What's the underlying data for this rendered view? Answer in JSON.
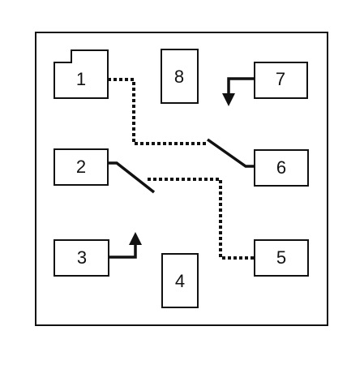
{
  "boxes": [
    {
      "id": "1",
      "label": "1"
    },
    {
      "id": "2",
      "label": "2"
    },
    {
      "id": "3",
      "label": "3"
    },
    {
      "id": "4",
      "label": "4"
    },
    {
      "id": "5",
      "label": "5"
    },
    {
      "id": "6",
      "label": "6"
    },
    {
      "id": "7",
      "label": "7"
    },
    {
      "id": "8",
      "label": "8"
    }
  ],
  "connections": [
    {
      "from": "1",
      "to": "6",
      "style": "dotted",
      "via": "switch"
    },
    {
      "from": "2",
      "to": "5",
      "style": "dotted",
      "via": "switch"
    }
  ],
  "arrows": [
    {
      "at": "7",
      "direction": "down"
    },
    {
      "at": "3",
      "direction": "up"
    }
  ],
  "colors": {
    "stroke": "#111111",
    "fill": "#ffffff"
  }
}
